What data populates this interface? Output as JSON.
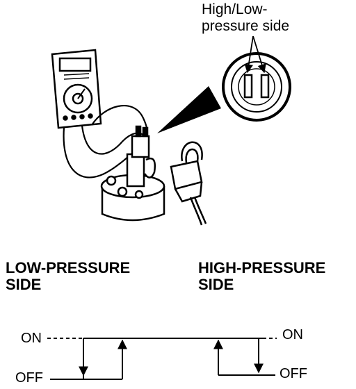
{
  "callout": {
    "line1": "High/Low-",
    "line2": "pressure side"
  },
  "headings": {
    "low": {
      "line1": "LOW-PRESSURE",
      "line2": "SIDE"
    },
    "high": {
      "line1": "HIGH-PRESSURE",
      "line2": "SIDE"
    }
  },
  "graph": {
    "on_label": "ON",
    "off_label": "OFF"
  },
  "colors": {
    "ink": "#000000",
    "background": "#ffffff"
  }
}
